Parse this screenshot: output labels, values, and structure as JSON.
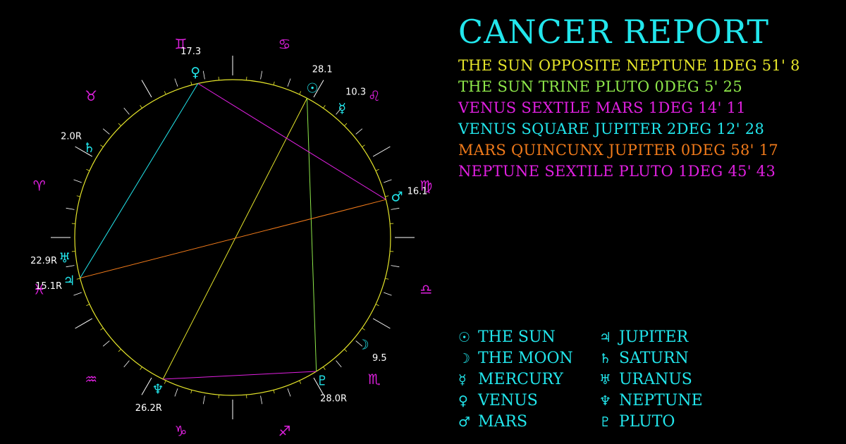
{
  "report": {
    "title": "CANCER REPORT",
    "aspects": [
      {
        "text": "THE SUN OPPOSITE NEPTUNE 1DEG 51' 8",
        "color": "#e6e62a"
      },
      {
        "text": "THE SUN TRINE PLUTO 0DEG 5' 25",
        "color": "#8ee84a"
      },
      {
        "text": "VENUS SEXTILE MARS 1DEG 14' 11",
        "color": "#e020e0"
      },
      {
        "text": "VENUS SQUARE JUPITER 2DEG 12' 28",
        "color": "#22e6ec"
      },
      {
        "text": "MARS QUINCUNX JUPITER 0DEG 58' 17",
        "color": "#f07a1a"
      },
      {
        "text": "NEPTUNE SEXTILE PLUTO 1DEG 45' 43",
        "color": "#e020e0"
      }
    ]
  },
  "legend": [
    {
      "glyph": "☉",
      "label": "THE SUN",
      "icon": "sun-icon"
    },
    {
      "glyph": "☽",
      "label": "THE MOON",
      "icon": "moon-icon"
    },
    {
      "glyph": "☿",
      "label": "MERCURY",
      "icon": "mercury-icon"
    },
    {
      "glyph": "♀",
      "label": "VENUS",
      "icon": "venus-icon"
    },
    {
      "glyph": "♂",
      "label": "MARS",
      "icon": "mars-icon"
    },
    {
      "glyph": "♃",
      "label": "JUPITER",
      "icon": "jupiter-icon"
    },
    {
      "glyph": "♄",
      "label": "SATURN",
      "icon": "saturn-icon"
    },
    {
      "glyph": "♅",
      "label": "URANUS",
      "icon": "uranus-icon"
    },
    {
      "glyph": "♆",
      "label": "NEPTUNE",
      "icon": "neptune-icon"
    },
    {
      "glyph": "♇",
      "label": "PLUTO",
      "icon": "pluto-icon"
    }
  ],
  "wheel": {
    "ascendant_sign": "aries",
    "signs": [
      {
        "name": "aries",
        "glyph": "♈"
      },
      {
        "name": "taurus",
        "glyph": "♉"
      },
      {
        "name": "gemini",
        "glyph": "♊"
      },
      {
        "name": "cancer",
        "glyph": "♋"
      },
      {
        "name": "leo",
        "glyph": "♌"
      },
      {
        "name": "virgo",
        "glyph": "♍"
      },
      {
        "name": "libra",
        "glyph": "♎"
      },
      {
        "name": "scorpio",
        "glyph": "♏"
      },
      {
        "name": "sagittarius",
        "glyph": "♐"
      },
      {
        "name": "capricorn",
        "glyph": "♑"
      },
      {
        "name": "aquarius",
        "glyph": "♒"
      },
      {
        "name": "pisces",
        "glyph": "♓"
      }
    ],
    "planets": [
      {
        "id": "sun",
        "glyph": "☉",
        "sign": "cancer",
        "degree": 28.1,
        "label": "28.1"
      },
      {
        "id": "moon",
        "glyph": "☽",
        "sign": "scorpio",
        "degree": 9.5,
        "label": "9.5"
      },
      {
        "id": "mercury",
        "glyph": "☿",
        "sign": "leo",
        "degree": 10.3,
        "label": "10.3"
      },
      {
        "id": "venus",
        "glyph": "♀",
        "sign": "gemini",
        "degree": 17.3,
        "label": "17.3"
      },
      {
        "id": "mars",
        "glyph": "♂",
        "sign": "virgo",
        "degree": 16.1,
        "label": "16.1"
      },
      {
        "id": "jupiter",
        "glyph": "♃",
        "sign": "pisces",
        "degree": 15.1,
        "label": "15.1R"
      },
      {
        "id": "saturn",
        "glyph": "♄",
        "sign": "taurus",
        "degree": 2.0,
        "label": "2.0R"
      },
      {
        "id": "uranus",
        "glyph": "♅",
        "sign": "pisces",
        "degree": 22.9,
        "label": "22.9R"
      },
      {
        "id": "neptune",
        "glyph": "♆",
        "sign": "capricorn",
        "degree": 26.2,
        "label": "26.2R"
      },
      {
        "id": "pluto",
        "glyph": "♇",
        "sign": "scorpio",
        "degree": 28.0,
        "label": "28.0R"
      }
    ],
    "aspect_lines": [
      {
        "from": "sun",
        "to": "neptune",
        "color": "#e6e62a"
      },
      {
        "from": "sun",
        "to": "pluto",
        "color": "#8ee84a"
      },
      {
        "from": "venus",
        "to": "mars",
        "color": "#e020e0"
      },
      {
        "from": "venus",
        "to": "jupiter",
        "color": "#22e6ec"
      },
      {
        "from": "mars",
        "to": "jupiter",
        "color": "#f07a1a"
      },
      {
        "from": "neptune",
        "to": "pluto",
        "color": "#e020e0"
      }
    ],
    "colors": {
      "circle": "#e6e62a",
      "signs": "#e020e0",
      "planets": "#22e6ec",
      "labels": "#ffffff"
    }
  }
}
